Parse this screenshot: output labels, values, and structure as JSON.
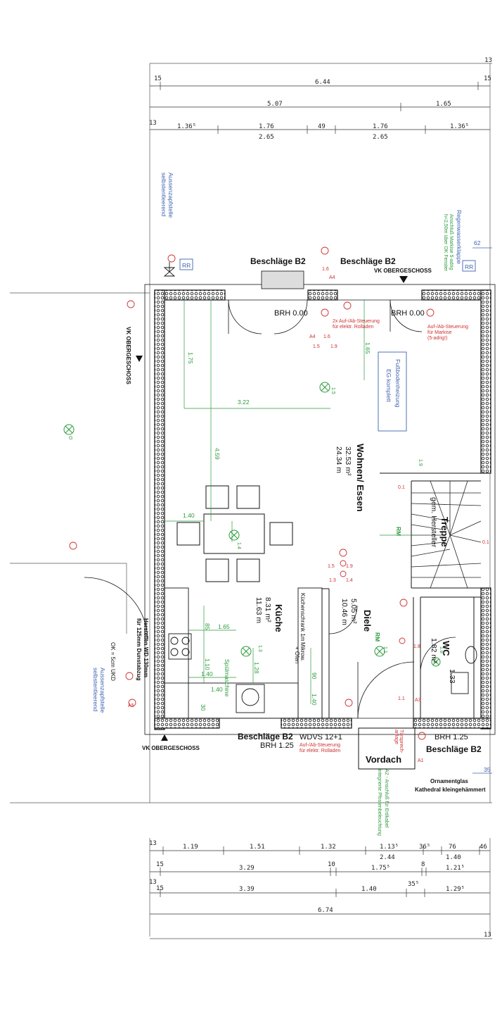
{
  "dimensions": {
    "top": {
      "row1_left": "13",
      "row2": {
        "left": "15",
        "middle": "6.44",
        "right": "15"
      },
      "row3": {
        "left": "5.07",
        "right": "1.65"
      },
      "row4": {
        "left": "13",
        "a": "1.36⁵",
        "b": "1.76",
        "c": "49",
        "d": "1.76",
        "e": "1.36⁵"
      },
      "row4b": {
        "b": "2.65",
        "d": "2.65"
      }
    },
    "bottom": {
      "row1": {
        "left": "13",
        "a": "1.19",
        "b": "1.51",
        "c": "1.32",
        "d": "1.13⁵",
        "e": "36⁵",
        "f": "76",
        "g": "46"
      },
      "row1b": {
        "d": "2.44",
        "f": "1.40"
      },
      "row2": {
        "left": "15",
        "a": "3.29",
        "b": "10",
        "c": "1.75⁵",
        "d": "8",
        "e": "1.21⁵"
      },
      "row3": {
        "left": "13",
        "left2": "15",
        "a": "3.39",
        "b": "1.40",
        "c": "35⁵",
        "d": "1.29⁵"
      },
      "row4": {
        "total": "6.74"
      },
      "row5": {
        "right": "13"
      }
    },
    "side_right": {
      "top": "62",
      "bottom": "35"
    }
  },
  "rooms": {
    "wohnen": {
      "name": "Wohnen/ Essen",
      "area1": "32.53 m²",
      "area2": "24.34 m"
    },
    "kueche": {
      "name": "Küche",
      "area1": "8.31 m²",
      "area2": "11.63 m"
    },
    "diele": {
      "name": "Diele",
      "area1": "5.05 m²",
      "area2": "10.46 m"
    },
    "wc": {
      "name": "WC",
      "area1": "1.82 m²",
      "area2": "1.33"
    },
    "treppe": {
      "name": "Treppe",
      "sub": "gem. Hersteller"
    },
    "vordach": "Vordach"
  },
  "labels": {
    "beschlaege_top_left": "Beschläge B2",
    "beschlaege_top_right": "Beschläge B2",
    "beschlaege_bottom_left": "Beschläge B2",
    "beschlaege_bottom_right": "Beschläge B2",
    "vk_og_top": "VK OBERGESCHOSS",
    "vk_og_left": "VK OBERGESCHOSS",
    "vk_og_bottom": "VK OBERGESCHOSS",
    "brh_top_left": "BRH 0.00",
    "brh_top_right": "BRH 0.00",
    "brh_bottom_left": "BRH 1.25",
    "brh_bottom_right": "BRH 1.25",
    "wdvs": "WDVS 12+1",
    "rr1": "RR",
    "rr2": "RR",
    "fussboden1": "Fußbodenheizung",
    "fussboden2": "EG komplett",
    "ornament1": "Ornamentglas",
    "ornament2": "Kathedral kleingehämmert",
    "kuechenschrank": "Küchenschrank 1m",
    "mikrow": "Mikrow.",
    "ofen": "+ Ofen",
    "spuelmaschine": "Spülmaschine",
    "herstellen1": "Herstellen WD 130mm",
    "herstellen2": "für 125mm Dunstabzug",
    "ok_ukd": "OK = 5cm UKD",
    "rm1": "RM",
    "rm2": "RM",
    "dim_175": "1.75",
    "dim_165": "1.65",
    "dim_322": "3.22",
    "dim_459": "4.59",
    "dim_140": "1.40",
    "dim_85": "85",
    "dim_165b": "1.65",
    "dim_110": "1.10",
    "dim_140b": "1.40",
    "dim_128": "1.28",
    "dim_140c": "1.40",
    "dim_90": "90",
    "dim_140v": "1.40",
    "dim_30": "30"
  },
  "blue_notes": {
    "aussen1a": "Aussenzapfstelle",
    "aussen1b": "selbstentleerend",
    "aussen2a": "Aussenzapfstelle",
    "aussen2b": "selbstentleerend",
    "regen1": "Regenwasserklappe",
    "regen2": "Anschluß Markise 5-adrig",
    "regen3": "h=2,50m über OK Fenster"
  },
  "red_notes": {
    "steuer1a": "2x Auf-/Ab-Steuerung",
    "steuer1b": "für elektr. Rolladen",
    "steuer2a": "Auf-/Ab-Steuerung",
    "steuer2b": "für Markise",
    "steuer2c": "(5-adrig!)",
    "steuer3a": "Auf-/Ab-Steuerung",
    "steuer3b": "für elektr. Rolladen",
    "tuer1": "Türsprech-",
    "tuer2": "anlage",
    "a4a": "A4",
    "a4b": "A4",
    "n16a": "1.6",
    "n16b": "1.6",
    "n15": "1.5",
    "n19": "1.9",
    "n15b": "1.5",
    "n19b": "1.9",
    "n13": "1.3",
    "n14": "1.4",
    "n01": "0.1",
    "n01b": "0.1",
    "n18": "1.8",
    "n11": "1.1",
    "a1": "A1",
    "a3": "A3",
    "a5": "A5"
  },
  "green_notes": {
    "anschluss1": "A2 - Anschluß für Erdkabel",
    "anschluss2": "integrierte Pfostenbeleuchtung",
    "n15g": "1.5",
    "n19g": "1.9",
    "n14g": "1.4",
    "n13g": "1.3",
    "n11g": "1.1",
    "n18g": "1.8",
    "g1": "G"
  }
}
